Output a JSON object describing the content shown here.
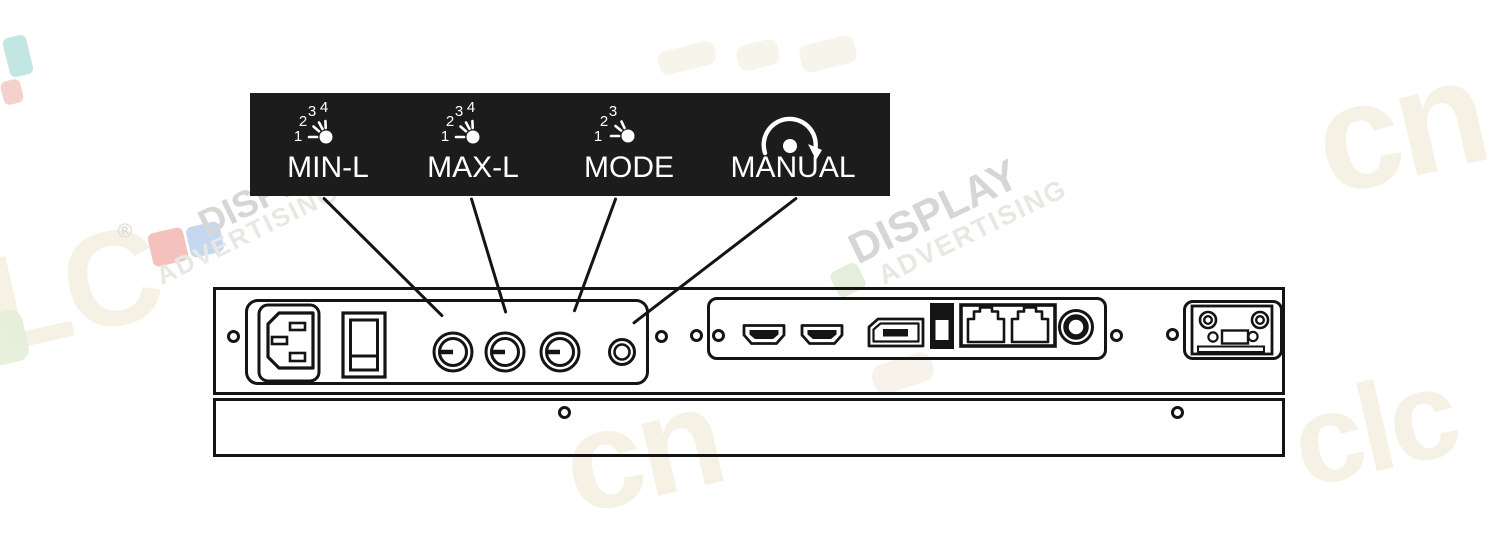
{
  "diagram": {
    "label_box": {
      "background": "#1c1c1c",
      "text_color": "#ffffff",
      "controls": [
        {
          "label": "MIN-L",
          "icon": "dial-4-position-icon",
          "positions": [
            "1",
            "2",
            "3",
            "4"
          ]
        },
        {
          "label": "MAX-L",
          "icon": "dial-4-position-icon",
          "positions": [
            "1",
            "2",
            "3",
            "4"
          ]
        },
        {
          "label": "MODE",
          "icon": "dial-3-position-icon",
          "positions": [
            "1",
            "2",
            "3"
          ]
        },
        {
          "label": "MANUAL",
          "icon": "rotate-clockwise-arrow-icon",
          "positions": []
        }
      ]
    },
    "rear_panel": {
      "outline_color": "#141414",
      "left_section_ports": [
        "ac-power-inlet",
        "power-rocker-switch",
        "rotary-knob-1",
        "rotary-knob-2",
        "rotary-knob-3",
        "push-button"
      ],
      "middle_section_ports": [
        "hdmi-port-1",
        "hdmi-port-2",
        "displayport",
        "usb-port",
        "lan-port-1",
        "lan-port-2",
        "round-connector"
      ],
      "right_section_ports": [
        "connector-plate"
      ]
    }
  },
  "watermark": {
    "brand": "cnlc",
    "texts": {
      "display": "DISPLAY",
      "display_partial": "DISPL",
      "advertising": "ADVERTISING",
      "brand_left": "LC",
      "brand_right": "cn",
      "brand_bottom": "cn",
      "brand_bottom_right": "clc",
      "registered": "®"
    },
    "colors": {
      "cream": "#f6f1e5",
      "text_gray": "#d6d6d6",
      "text_light_gray": "#e8e8e3",
      "pink": "#f2aca6",
      "blue": "#b2cbe9",
      "teal": "#8fd3cb",
      "green": "#dcebd2"
    }
  }
}
